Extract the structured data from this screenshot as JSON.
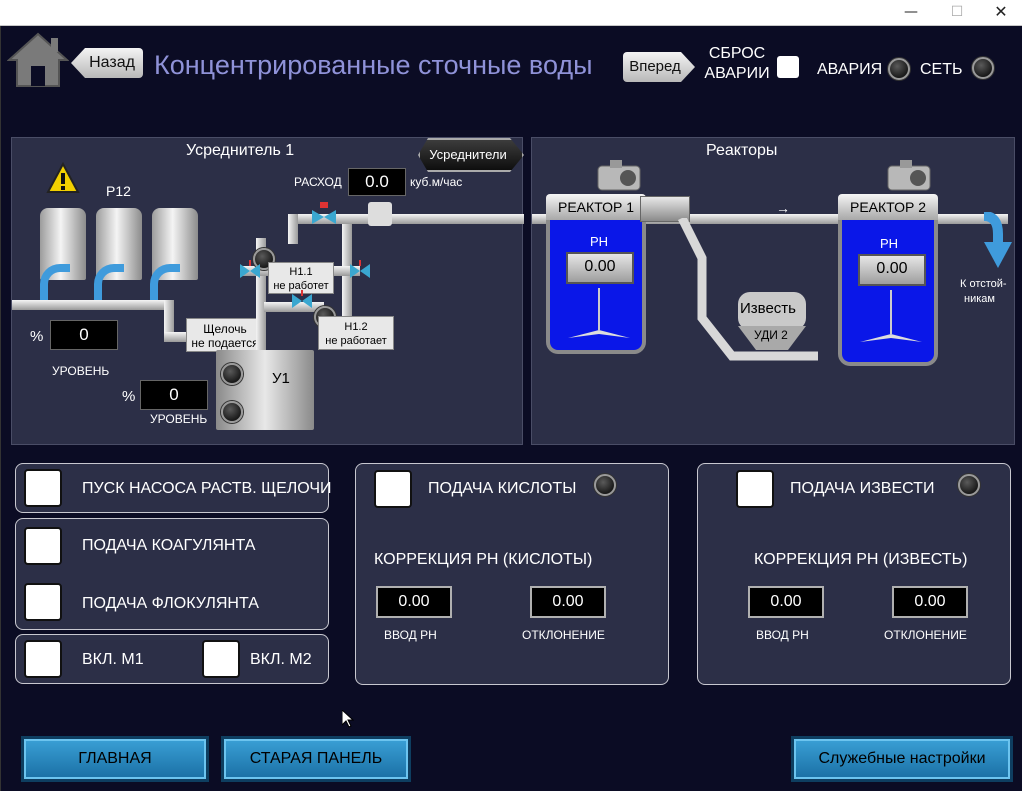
{
  "window": {
    "min": "—",
    "max": "☐",
    "close": "✕"
  },
  "header": {
    "back": "Назад",
    "title": "Концентрированные сточные воды",
    "forward": "Вперед",
    "reset_alarm": "СБРОС АВАРИИ",
    "alarm": "АВАРИЯ",
    "network": "СЕТЬ"
  },
  "equalizer": {
    "title": "Усреднитель 1",
    "equalizers_btn": "Усреднители",
    "tank_group": "Р12",
    "flow_label": "РАСХОД",
    "flow_value": "0.0",
    "flow_unit": "куб.м/час",
    "pump1_name": "Н1.1",
    "pump1_status": "не работет",
    "pump2_name": "Н1.2",
    "pump2_status": "не работает",
    "alkali_line1": "Щелочь",
    "alkali_line2": "не подается",
    "level1_pct": "%",
    "level1_value": "0",
    "level1_label": "УРОВЕНЬ",
    "level2_pct": "%",
    "level2_value": "0",
    "level2_label": "УРОВЕНЬ",
    "u1": "У1"
  },
  "reactors": {
    "title": "Реакторы",
    "reactor1": "РЕАКТОР 1",
    "reactor2": "РЕАКТОР 2",
    "ph1_label": "PH",
    "ph1_value": "0.00",
    "ph2_label": "PH",
    "ph2_value": "0.00",
    "lime_name": "Известь",
    "lime_sub": "УДИ 2",
    "outlet_line1": "К отстой-",
    "outlet_line2": "никам",
    "arrow": "→"
  },
  "controls": {
    "alkali_pump": "ПУСК НАСОСА РАСТВ. ЩЕЛОЧИ",
    "coagulant": "ПОДАЧА КОАГУЛЯНТА",
    "flocculant": "ПОДАЧА ФЛОКУЛЯНТА",
    "m1": "ВКЛ. М1",
    "m2": "ВКЛ. М2",
    "acid": {
      "feed": "ПОДАЧА КИСЛОТЫ",
      "correction": "КОРРЕКЦИЯ  PH (КИСЛОТЫ)",
      "input_value": "0.00",
      "input_label": "ВВОД  PH",
      "dev_value": "0.00",
      "dev_label": "ОТКЛОНЕНИЕ"
    },
    "lime": {
      "feed": "ПОДАЧА ИЗВЕСТИ",
      "correction": "КОРРЕКЦИЯ  PH (ИЗВЕСТЬ)",
      "input_value": "0.00",
      "input_label": "ВВОД  PH",
      "dev_value": "0.00",
      "dev_label": "ОТКЛОНЕНИЕ"
    }
  },
  "footer": {
    "main": "ГЛАВНАЯ",
    "old_panel": "СТАРАЯ ПАНЕЛЬ",
    "service": "Служебные настройки"
  },
  "colors": {
    "background": "#0b0c24",
    "panel": "#2c2f47",
    "title": "#8f92d8",
    "reactor_blue": "#0a17e8",
    "button_blue": "#2a8cc4",
    "pipe_blue": "#3f9bdc"
  }
}
